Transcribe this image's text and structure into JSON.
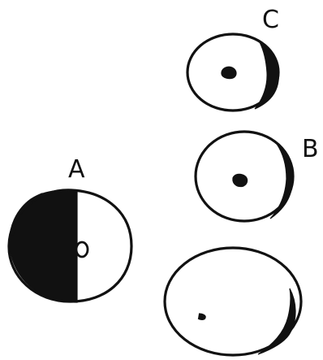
{
  "diagram": {
    "labels": {
      "a": "A",
      "b": "B",
      "c": "C"
    },
    "colors": {
      "ink": "#111111",
      "paper": "#ffffff"
    }
  }
}
